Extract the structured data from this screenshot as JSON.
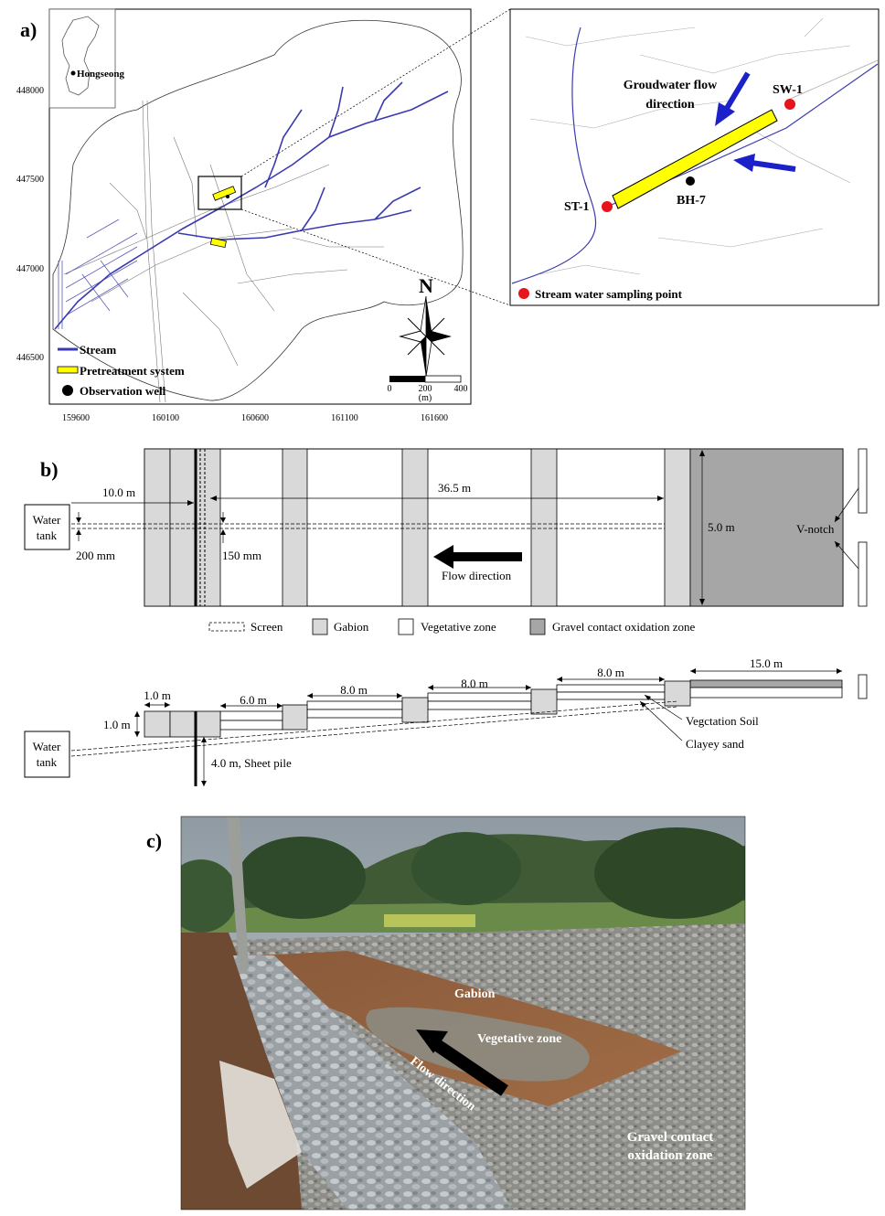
{
  "panel_a": {
    "label": "a)",
    "inset_place": "Hongseong",
    "y_ticks": [
      "448000",
      "447500",
      "447000",
      "446500"
    ],
    "x_ticks": [
      "159600",
      "160100",
      "160600",
      "161100",
      "161600"
    ],
    "north": "N",
    "scale_ticks": [
      "0",
      "200",
      "400"
    ],
    "scale_unit": "(m)",
    "legend": {
      "stream": "Stream",
      "pretreatment": "Pretreatment system",
      "well": "Observation well"
    },
    "zoom": {
      "flow_label_1": "Groudwater flow",
      "flow_label_2": "direction",
      "sw1": "SW-1",
      "st1": "ST-1",
      "bh7": "BH-7",
      "legend_point": "Stream water sampling point"
    },
    "colors": {
      "stream": "#3a3ab0",
      "pretreatment": "#ffff00",
      "sampling": "#e8141c"
    }
  },
  "panel_b": {
    "label": "b)",
    "water_tank_1": "Water",
    "water_tank_2": "tank",
    "dim_10": "10.0 m",
    "dim_365": "36.5 m",
    "dim_200mm": "200 mm",
    "dim_150mm": "150 mm",
    "dim_5m": "5.0 m",
    "v_notch": "V-notch",
    "flow_direction": "Flow direction",
    "legend": {
      "screen": "Screen",
      "gabion": "Gabion",
      "vegetative": "Vegetative zone",
      "gravel": "Gravel contact oxidation zone"
    },
    "section": {
      "dim_1m_w": "1.0 m",
      "dim_1m_h": "1.0 m",
      "dim_6m": "6.0 m",
      "dim_8m_a": "8.0 m",
      "dim_8m_b": "8.0 m",
      "dim_8m_c": "8.0 m",
      "dim_15m": "15.0 m",
      "vegetation_soil": "Vegctation Soil",
      "clayey_sand": "Clayey sand",
      "sheet_pile": "4.0 m, Sheet pile",
      "water_tank_1": "Water",
      "water_tank_2": "tank"
    },
    "colors": {
      "gabion": "#d9d9d9",
      "gravel": "#a6a6a6"
    }
  },
  "panel_c": {
    "label": "c)",
    "gabion": "Gabion",
    "vegetative": "Vegetative zone",
    "flow_direction": "Flow direction",
    "gravel_1": "Gravel contact",
    "gravel_2": "oxidation zone"
  }
}
